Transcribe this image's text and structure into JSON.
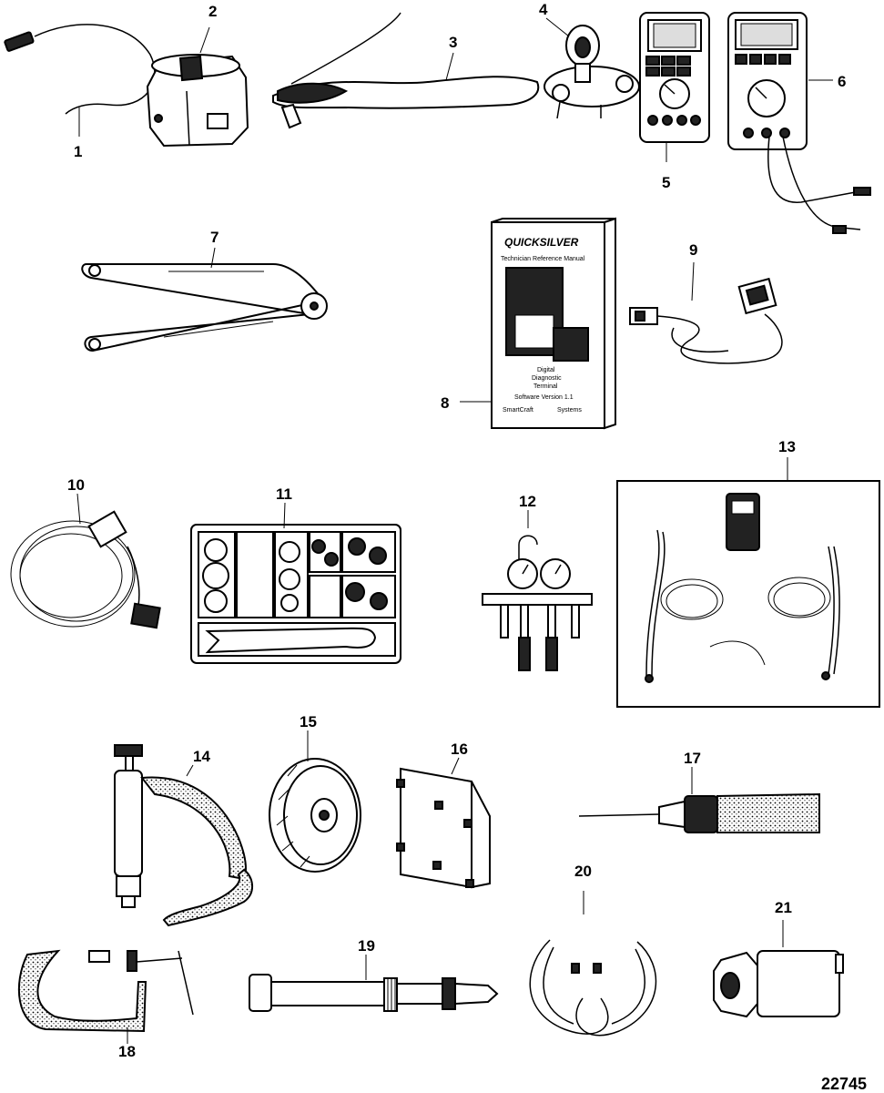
{
  "callouts": {
    "c1": "1",
    "c2": "2",
    "c3": "3",
    "c4": "4",
    "c5": "5",
    "c6": "6",
    "c7": "7",
    "c8": "8",
    "c9": "9",
    "c10": "10",
    "c11": "11",
    "c12": "12",
    "c13": "13",
    "c14": "14",
    "c15": "15",
    "c16": "16",
    "c17": "17",
    "c18": "18",
    "c19": "19",
    "c20": "20",
    "c21": "21"
  },
  "manual": {
    "brand": "QUICKSILVER",
    "title": "Technician Reference Manual",
    "line1": "Digital",
    "line2": "Diagnostic",
    "line3": "Terminal",
    "version": "Software Version 1.1",
    "footer_left": "SmartCraft",
    "footer_right": "Systems"
  },
  "reference_number": "22745",
  "colors": {
    "ink": "#000000",
    "paper": "#ffffff"
  }
}
